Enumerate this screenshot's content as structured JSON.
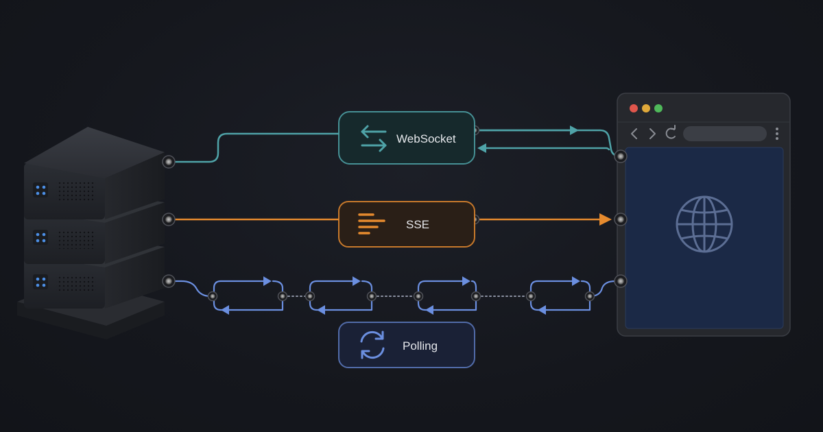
{
  "nodes": {
    "websocket": {
      "label": "WebSocket",
      "color": "#4fa3a8",
      "icon": "swap-arrows-icon"
    },
    "sse": {
      "label": "SSE",
      "color": "#e58a2e",
      "icon": "lines-icon"
    },
    "polling": {
      "label": "Polling",
      "color": "#6b8fe0",
      "icon": "refresh-icon"
    }
  },
  "server": {
    "icon": "server-rack-icon",
    "led_color": "#4c8fe6"
  },
  "browser": {
    "icon": "globe-icon",
    "traffic_lights": [
      "#e0564c",
      "#e0a93a",
      "#4fb95a"
    ],
    "viewport_color": "#1b2946"
  }
}
